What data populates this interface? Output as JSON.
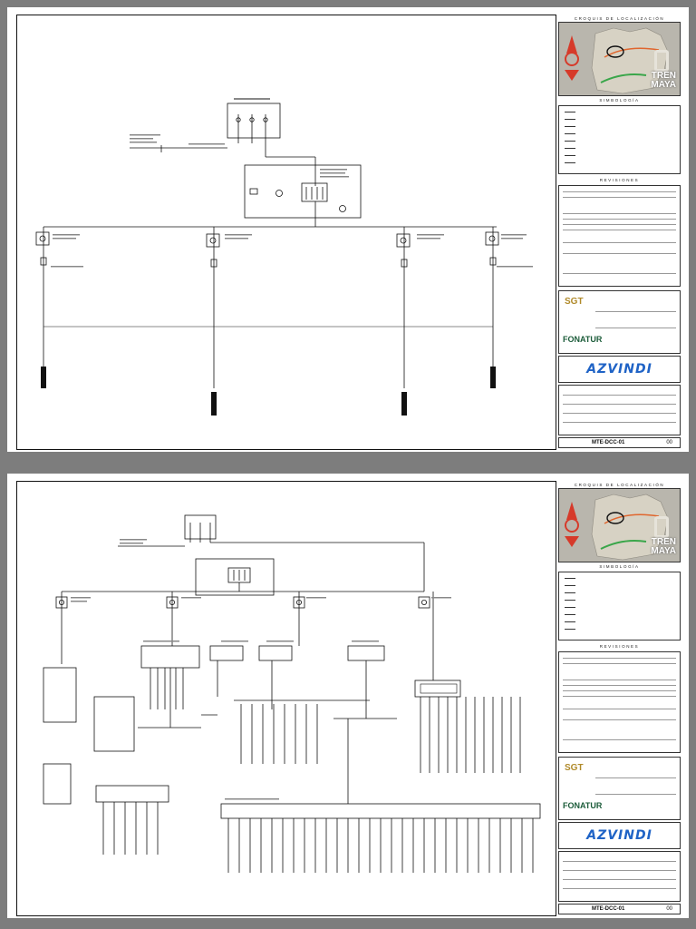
{
  "sheets": [
    {
      "title_block": {
        "location_header": "CROQUIS DE LOCALIZACIÓN",
        "brand": {
          "line1": "TREN",
          "line2": "MAYA"
        },
        "symbology_header": "SIMBOLOGÍA",
        "revisions_header": "REVISIONES",
        "sgt_logo": "SGT",
        "fonatur_logo": "FONATUR",
        "company_logo": "AZVINDI",
        "drawing_number": "MTE-DCC-01",
        "sheet_number": "00"
      }
    },
    {
      "title_block": {
        "location_header": "CROQUIS DE LOCALIZACIÓN",
        "brand": {
          "line1": "TREN",
          "line2": "MAYA"
        },
        "symbology_header": "SIMBOLOGÍA",
        "revisions_header": "REVISIONES",
        "sgt_logo": "SGT",
        "fonatur_logo": "FONATUR",
        "company_logo": "AZVINDI",
        "drawing_number": "MTE-DCC-01",
        "sheet_number": "00"
      }
    }
  ],
  "colors": {
    "company_blue": "#1f63c6",
    "sgt_gold": "#b08a2a",
    "fonatur_green": "#1c5c3a",
    "route_green": "#3aa64a",
    "route_orange": "#e0662e",
    "seal_red": "#d63a2a"
  }
}
